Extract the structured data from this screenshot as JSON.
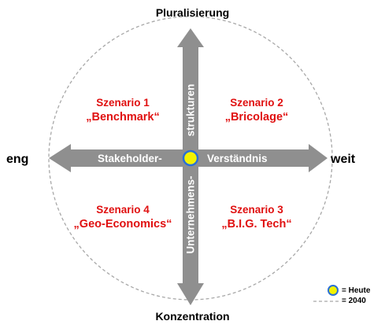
{
  "axes": {
    "top": "Pluralisierung",
    "bottom": "Konzentration",
    "left": "eng",
    "right": "weit",
    "horizontal_left_text": "Stakeholder-",
    "horizontal_right_text": "Verständnis",
    "vertical_upper_text": "strukturen",
    "vertical_lower_text": "Unternehmens-"
  },
  "scenarios": [
    {
      "label": "Szenario 1",
      "name": "„Benchmark“"
    },
    {
      "label": "Szenario 2",
      "name": "„Bricolage“"
    },
    {
      "label": "Szenario 3",
      "name": "„B.I.G. Tech“"
    },
    {
      "label": "Szenario 4",
      "name": "„Geo-Economics“"
    }
  ],
  "legend": {
    "today": "= Heute",
    "future": "= 2040"
  },
  "colors": {
    "scenario_text": "#e01010",
    "arrow": "#8f8f8f",
    "circle": "#a8a8a8",
    "today_marker": "#f2f200"
  }
}
